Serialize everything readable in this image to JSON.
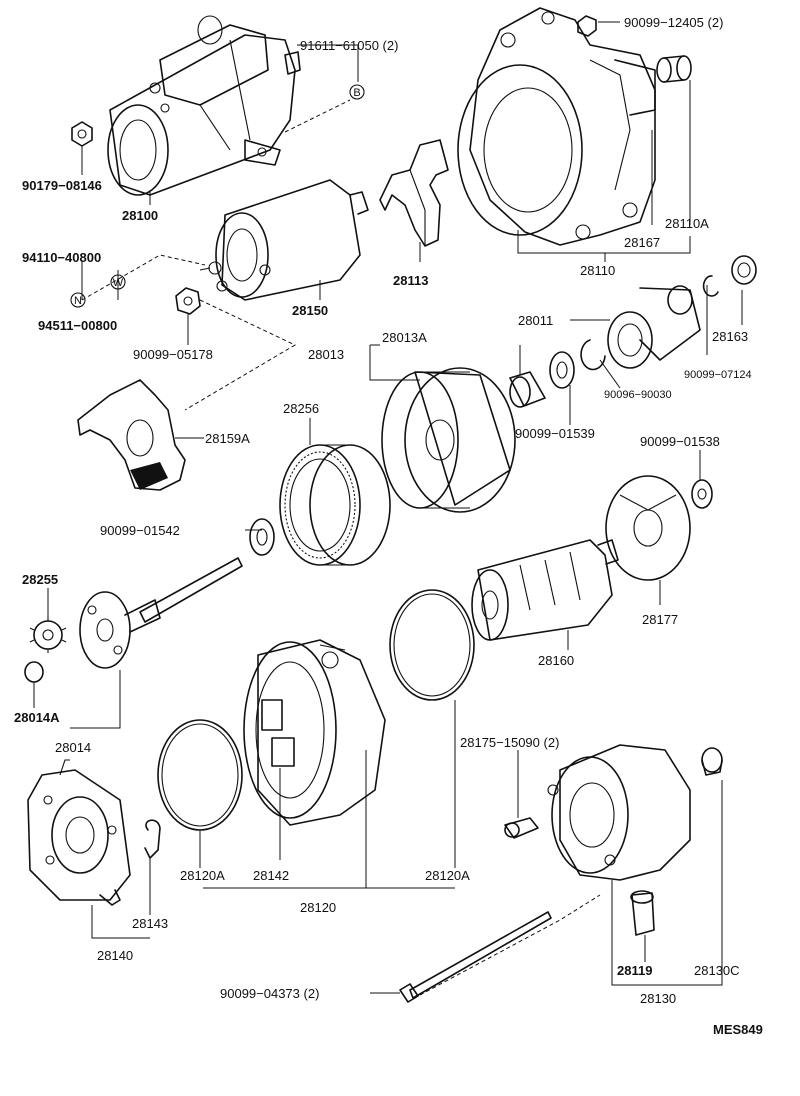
{
  "labels": {
    "l_91611": "91611−61050 (2)",
    "l_90099_12405": "90099−12405 (2)",
    "l_90179": "90179−08146",
    "l_28100": "28100",
    "l_28110A": "28110A",
    "l_28167": "28167",
    "l_28110": "28110",
    "l_28113": "28113",
    "l_94110": "94110−40800",
    "l_94511": "94511−00800",
    "l_28150": "28150",
    "l_90099_05178": "90099−05178",
    "l_28013": "28013",
    "l_28013A": "28013A",
    "l_28011": "28011",
    "l_28163": "28163",
    "l_90099_07124": "90099−07124",
    "l_90096": "90096−90030",
    "l_28159A": "28159A",
    "l_28256": "28256",
    "l_90099_01539": "90099−01539",
    "l_90099_01538": "90099−01538",
    "l_90099_01542": "90099−01542",
    "l_28255": "28255",
    "l_28177": "28177",
    "l_28160": "28160",
    "l_28014A": "28014A",
    "l_28014": "28014",
    "l_28175": "28175−15090 (2)",
    "l_28120A_left": "28120A",
    "l_28142": "28142",
    "l_28120A_right": "28120A",
    "l_28120": "28120",
    "l_28143": "28143",
    "l_28140": "28140",
    "l_28119": "28119",
    "l_28130C": "28130C",
    "l_28130": "28130",
    "l_90099_04373": "90099−04373 (2)",
    "l_code": "MES849"
  },
  "markers": {
    "m_B": "B",
    "m_N": "N",
    "m_W": "W"
  }
}
